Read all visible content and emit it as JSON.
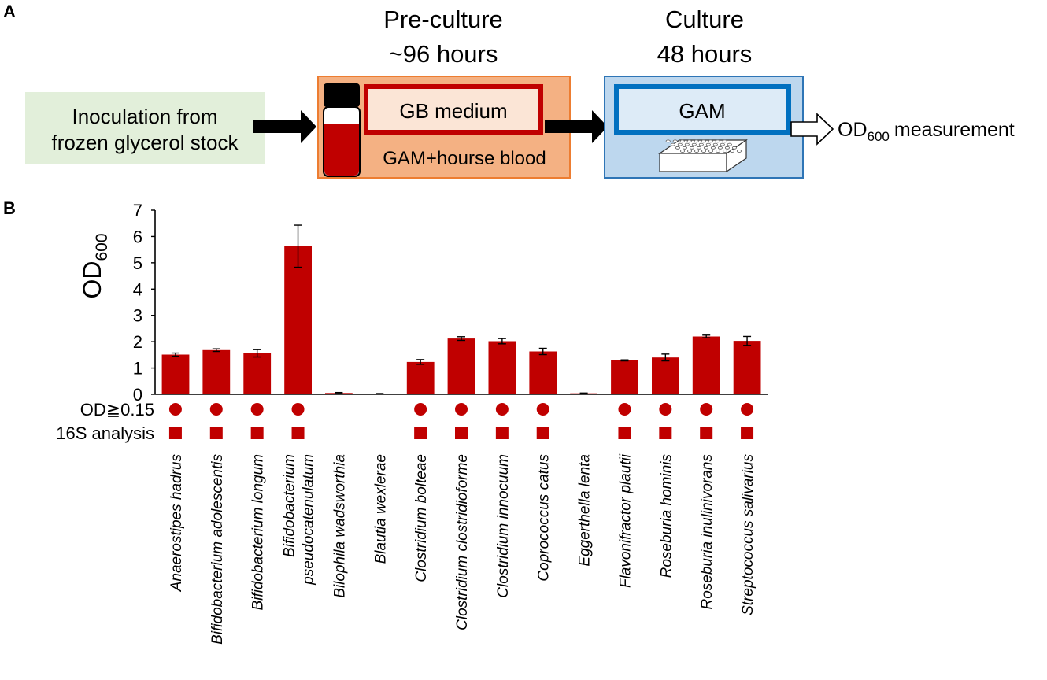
{
  "panel_a": {
    "label": "A",
    "start_box": {
      "line1": "Inoculation from",
      "line2": "frozen glycerol stock"
    },
    "preculture": {
      "title": "Pre-culture",
      "duration": "~96 hours",
      "medium": "GB medium",
      "medium_sub": "GAM+hourse blood"
    },
    "culture": {
      "title": "Culture",
      "duration": "48 hours",
      "medium": "GAM"
    },
    "measurement": {
      "prefix": "OD",
      "subscript": "600",
      "suffix": "measurement"
    },
    "colors": {
      "green_box": "#e2efda",
      "orange_box": "#f4b183",
      "blue_box": "#bdd7ee",
      "red": "#c00000",
      "blue": "#0070c0"
    },
    "icons": [
      "arrow-right-icon",
      "culture-tube-icon",
      "well-plate-icon",
      "hollow-arrow-icon"
    ]
  },
  "panel_b": {
    "label": "B",
    "row_labels": {
      "od_threshold": "OD≧0.15",
      "analysis": "16S analysis"
    },
    "markers": {
      "od_threshold": [
        true,
        true,
        true,
        true,
        false,
        false,
        true,
        true,
        true,
        true,
        false,
        true,
        true,
        true,
        true
      ],
      "analysis": [
        true,
        true,
        true,
        true,
        false,
        false,
        true,
        true,
        true,
        true,
        false,
        true,
        true,
        true,
        true
      ]
    }
  },
  "chart_data": {
    "type": "bar",
    "title": "",
    "ylabel_prefix": "OD",
    "ylabel_sub": "600",
    "xlabel": "",
    "ylim": [
      0,
      7
    ],
    "yticks": [
      "0",
      "1",
      "2",
      "3",
      "4",
      "5",
      "6",
      "7"
    ],
    "bar_color": "#c00000",
    "categories": [
      [
        "Anaerostipes hadrus"
      ],
      [
        "Bifidobacterium adolescentis"
      ],
      [
        "Bifidobacterium longum"
      ],
      [
        "Bifidobacterium",
        "pseudocatenulatum"
      ],
      [
        "Bilophila wadsworthia"
      ],
      [
        "Blautia wexlerae"
      ],
      [
        "Clostridium bolteae"
      ],
      [
        "Clostridium clostridioforme"
      ],
      [
        "Clostridium innocuum"
      ],
      [
        "Coprococcus catus"
      ],
      [
        "Eggerthella lenta"
      ],
      [
        "Flavonifractor plautii"
      ],
      [
        "Roseburia hominis"
      ],
      [
        "Roseburia inulinivorans"
      ],
      [
        "Streptococcus salivarius"
      ]
    ],
    "values": [
      1.51,
      1.68,
      1.56,
      5.63,
      0.05,
      0.02,
      1.23,
      2.12,
      2.02,
      1.63,
      0.04,
      1.29,
      1.4,
      2.2,
      2.03
    ],
    "errors": [
      0.06,
      0.05,
      0.14,
      0.8,
      0.02,
      0.01,
      0.09,
      0.07,
      0.1,
      0.12,
      0.01,
      0.02,
      0.13,
      0.05,
      0.17
    ],
    "grid": false,
    "legend": "none"
  }
}
